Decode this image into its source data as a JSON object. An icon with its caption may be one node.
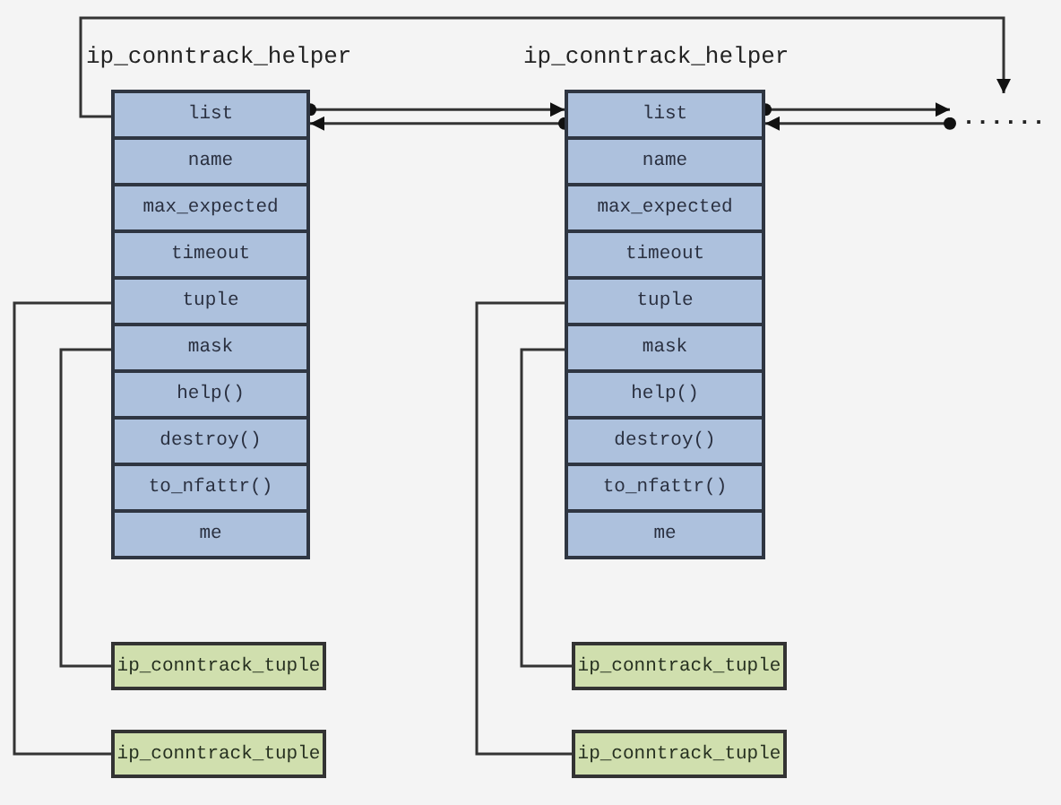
{
  "diagram": {
    "nodes": [
      {
        "text": [
          "ip_conntrack_helper"
        ]
      },
      {
        "text": [
          "list"
        ],
        "in": 0
      },
      {
        "text": [
          "name"
        ],
        "in": 0
      },
      {
        "text": [
          "max_expected"
        ],
        "in": 0
      },
      {
        "text": [
          "timeout"
        ],
        "in": 0
      },
      {
        "text": [
          "tuple"
        ],
        "in": 0
      },
      {
        "text": [
          "mask"
        ],
        "in": 0
      },
      {
        "text": [
          "help()"
        ],
        "in": 0
      },
      {
        "text": [
          "destroy()"
        ],
        "in": 0
      },
      {
        "text": [
          "to_nfattr()"
        ],
        "in": 0
      },
      {
        "text": [
          "me"
        ],
        "in": 0
      },
      {
        "text": [
          "ip_conntrack_helper"
        ]
      },
      {
        "text": [
          "list"
        ],
        "in": 11
      },
      {
        "text": [
          "name"
        ],
        "in": 11
      },
      {
        "text": [
          "max_expected"
        ],
        "in": 11
      },
      {
        "text": [
          "timeout"
        ],
        "in": 11
      },
      {
        "text": [
          "tuple"
        ],
        "in": 11
      },
      {
        "text": [
          "mask"
        ],
        "in": 11
      },
      {
        "text": [
          "help()"
        ],
        "in": 11
      },
      {
        "text": [
          "destroy()"
        ],
        "in": 11
      },
      {
        "text": [
          "to_nfattr()"
        ],
        "in": 11
      },
      {
        "text": [
          "me"
        ],
        "in": 11
      },
      {
        "text": [
          "......"
        ]
      },
      {
        "text": [
          "ip_conntrack_tuple"
        ]
      },
      {
        "text": [
          "ip_conntrack_tuple"
        ]
      },
      {
        "text": [
          "ip_conntrack_tuple"
        ]
      },
      {
        "text": [
          "ip_conntrack_tuple"
        ]
      }
    ],
    "edges": [
      {
        "from": 1,
        "to": 22,
        "arrow": "to"
      },
      {
        "from": 1,
        "to": 12,
        "arrow": "to"
      },
      {
        "from": 12,
        "to": 1,
        "arrow": "to"
      },
      {
        "from": 12,
        "to": 22,
        "arrow": "to"
      },
      {
        "from": 22,
        "to": 12,
        "arrow": "to"
      },
      {
        "from": 5,
        "to": 24,
        "arrow": "none"
      },
      {
        "from": 6,
        "to": 23,
        "arrow": "none"
      },
      {
        "from": 16,
        "to": 26,
        "arrow": "none"
      },
      {
        "from": 17,
        "to": 25,
        "arrow": "none"
      }
    ]
  }
}
